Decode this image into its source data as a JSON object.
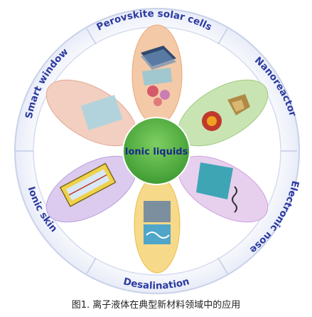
{
  "center_label": "Ionic liquids",
  "ring_labels": {
    "top": "Perovskite solar cells",
    "top_right": "Nanoreactor",
    "bottom_right": "Electronic nose",
    "bottom": "Desalination",
    "bottom_left": "Ionic skin",
    "top_left": "Smart window"
  },
  "caption": "图1. 离子液体在典型新材料领域中的应用",
  "colors": {
    "ring_fill": "#ffffff",
    "ring_stroke": "#4a5fa3",
    "label_color": "#2b3aa0",
    "center_fill": "#4cae3d",
    "center_text": "#ffffff",
    "petal_top": "#f4c9a8",
    "petal_top_right": "#c9e4b3",
    "petal_bottom_right": "#e7cfee",
    "petal_bottom": "#f7d98a",
    "petal_bottom_left": "#dccbee",
    "petal_top_left": "#f2cfc0"
  }
}
